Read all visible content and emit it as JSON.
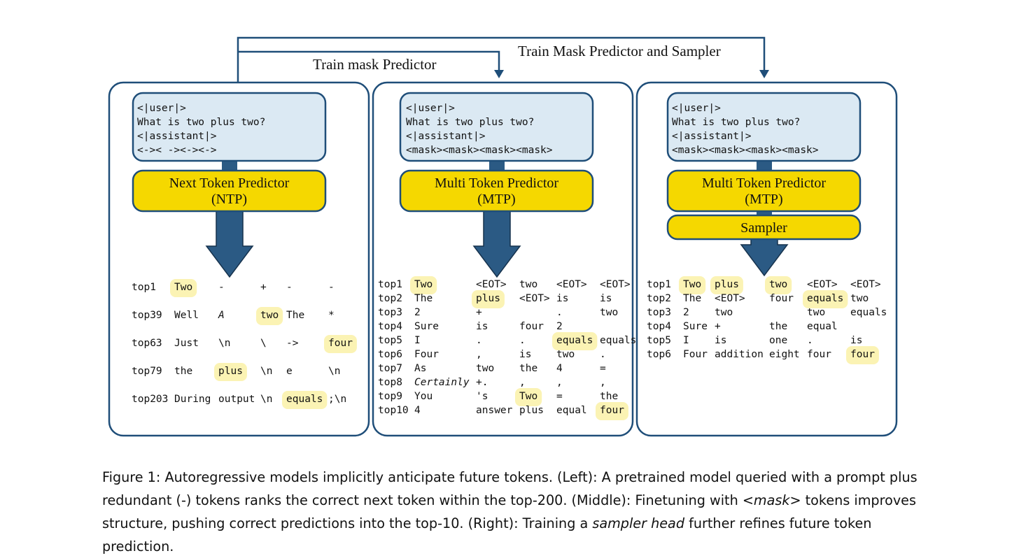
{
  "top_labels": {
    "train_mask_predictor": "Train mask Predictor",
    "train_mask_predictor_and_sampler": "Train Mask Predictor and Sampler"
  },
  "panels": [
    {
      "prompt": [
        "<|user|>",
        "What is two plus two?",
        "<|assistant|>",
        "<->< -><-><->"
      ],
      "predictor": [
        "Next Token Predictor",
        "(NTP)"
      ],
      "sampler": null,
      "rows": [
        [
          "top1",
          "Two",
          "-",
          "+",
          "-",
          "-"
        ],
        [
          "top39",
          "Well",
          "A",
          "two",
          "The",
          "*"
        ],
        [
          "top63",
          "Just",
          "\\n",
          "\\",
          "->",
          "four"
        ],
        [
          "top79",
          "the",
          "plus",
          "\\n",
          "e",
          "\\n"
        ],
        [
          "top203",
          "During",
          "output",
          "\\n",
          "equals",
          ";\\n"
        ]
      ]
    },
    {
      "prompt": [
        "<|user|>",
        "What is two plus two?",
        "<|assistant|>",
        "<mask><mask><mask><mask>"
      ],
      "predictor": [
        "Multi Token Predictor",
        "(MTP)"
      ],
      "sampler": null,
      "rows": [
        [
          "top1",
          "Two",
          "<EOT>",
          "two",
          "<EOT>",
          "<EOT>"
        ],
        [
          "top2",
          "The",
          "plus",
          "<EOT>",
          "is",
          "is"
        ],
        [
          "top3",
          "2",
          "+",
          "",
          ".",
          "two"
        ],
        [
          "top4",
          "Sure",
          "is",
          "four",
          "2",
          ""
        ],
        [
          "top5",
          "I",
          ".",
          ".",
          "equals",
          "equals"
        ],
        [
          "top6",
          "Four",
          ",",
          "is",
          "two",
          "."
        ],
        [
          "top7",
          "As",
          "two",
          "the",
          "4",
          "="
        ],
        [
          "top8",
          "Certainly",
          "+.",
          ",",
          ",",
          ","
        ],
        [
          "top9",
          "You",
          "'s",
          "Two",
          "=",
          "the"
        ],
        [
          "top10",
          "4",
          "answer",
          "plus",
          "equal",
          "four"
        ]
      ]
    },
    {
      "prompt": [
        "<|user|>",
        "What is two plus two?",
        "<|assistant|>",
        "<mask><mask><mask><mask>"
      ],
      "predictor": [
        "Multi Token Predictor",
        "(MTP)"
      ],
      "sampler": "Sampler",
      "rows": [
        [
          "top1",
          "Two",
          "plus",
          "two",
          "<EOT>",
          "<EOT>"
        ],
        [
          "top2",
          "The",
          "<EOT>",
          "four",
          "equals",
          "two"
        ],
        [
          "top3",
          "2",
          "two",
          "",
          "two",
          "equals"
        ],
        [
          "top4",
          "Sure",
          "+",
          "the",
          "equal",
          ""
        ],
        [
          "top5",
          "I",
          "is",
          "one",
          ".",
          "is"
        ],
        [
          "top6",
          "Four",
          "addition",
          "eight",
          "four",
          "four"
        ]
      ]
    }
  ],
  "caption": {
    "p1": "Figure 1: Autoregressive models implicitly anticipate future tokens. (Left): A pretrained model queried with a prompt plus redundant (-) tokens ranks the correct next token within the top-200. (Middle): Finetuning with ",
    "mask": "<mask>",
    "p2": " tokens improves structure, pushing correct predictions into the top-10. (Right): Training a ",
    "sampler": "sampler head",
    "p3": " further refines future token prediction."
  },
  "colors": {
    "border": "#1f4e79",
    "prompt_fill": "#dbe9f3",
    "predictor_fill": "#f5d800",
    "arrow": "#2b5a84",
    "highlight": "#fbf3b4"
  }
}
